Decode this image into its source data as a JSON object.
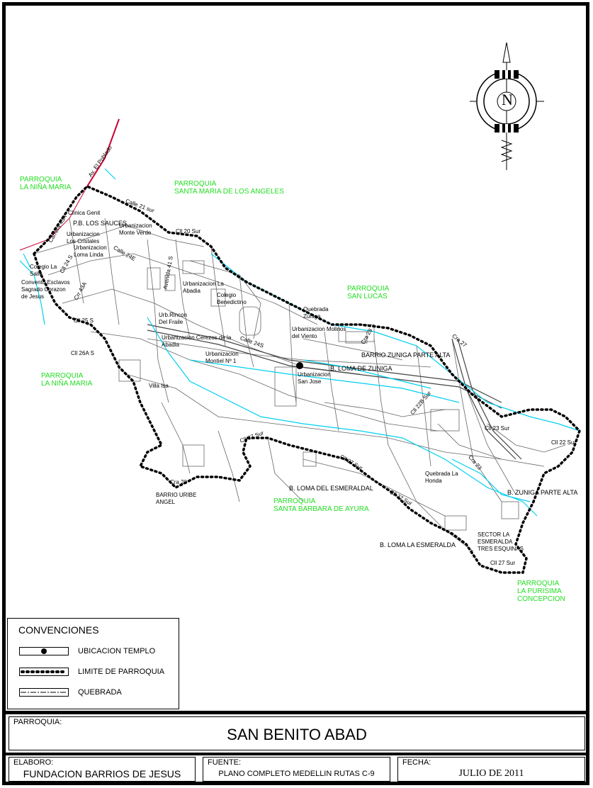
{
  "north_arrow": {
    "letter": "N"
  },
  "parish_labels": [
    {
      "id": "nina-maria-north",
      "lines": [
        "PARROQUIA",
        "LA NIÑA MARIA"
      ]
    },
    {
      "id": "santa-maria",
      "lines": [
        "PARROQUIA",
        "SANTA MARIA DE LOS ANGELES"
      ]
    },
    {
      "id": "san-lucas",
      "lines": [
        "PARROQUIA",
        "SAN LUCAS"
      ]
    },
    {
      "id": "nina-maria-south",
      "lines": [
        "PARROQUIA",
        "LA NIÑA MARIA"
      ]
    },
    {
      "id": "santa-barbara",
      "lines": [
        "PARROQUIA",
        "SANTA BARBARA DE AYURA"
      ]
    },
    {
      "id": "purisima",
      "lines": [
        "PARROQUIA",
        "LA PURISIMA",
        "CONCEPCION"
      ]
    }
  ],
  "place_labels": [
    "Clinica Genit",
    "P.B. LOS SAUCES",
    "Urbanizacion Monte Verde",
    "Urbanizacion Los Cristales",
    "Urbanizacion Loma Linda",
    "Colegio La Salle",
    "Convento Esclavos Sagrado Corazon de Jesus",
    "Urbanizacion La Abadia",
    "Colegio Benedictino",
    "Urb.Rincon Del Fraile",
    "Urbanizacion Cerezos de la Abadia",
    "Urbanizacion Montiel Nº 1",
    "Urbanizacion San Jose",
    "B. LOMA DE ZUNIGA",
    "Urbanizacion Molinos del Viento",
    "Quebrada Zuniga",
    "BARRIO ZUNIGA PARTE ALTA",
    "Villa Isa",
    "BARRIO URIBE ANGEL",
    "B. LOMA DEL ESMERALDAL",
    "B. LOMA LA ESMERALDA",
    "Quebrada La Honda",
    "B. ZUNIGA PARTE ALTA",
    "SECTOR LA ESMERALDA TRES ESQUINAS",
    "Cll 20 Sur",
    "Calle 21 sur",
    "Calle 24E",
    "Cll 25 S",
    "Cll 26A S",
    "Cll 24 S",
    "Crr 43A",
    "Carrera 43A",
    "Cll 27 Sur",
    "Cll 27 Sur",
    "Cll 27 Sur",
    "Cra 27",
    "Cll 23 Sur",
    "Cll 22 Sur",
    "Cra 28",
    "Avenida 41 S",
    "Calle 24S",
    "Cll 22B Sur",
    "Cra 23",
    "Cll 27 Sur",
    "Av. El Poblado",
    "Cra 28"
  ],
  "legend": {
    "title": "CONVENCIONES",
    "items": [
      "UBICACION TEMPLO",
      "LIMITE DE PARROQUIA",
      "QUEBRADA"
    ]
  },
  "footer": {
    "parroquia_caption": "PARROQUIA:",
    "parroquia_value": "SAN BENITO ABAD",
    "elaboro_caption": "ELABORO:",
    "elaboro_value": "FUNDACION BARRIOS DE JESUS",
    "fuente_caption": "FUENTE:",
    "fuente_value": "PLANO COMPLETO MEDELLIN RUTAS C-9",
    "fecha_caption": "FECHA:",
    "fecha_value": "JULIO DE 2011"
  }
}
